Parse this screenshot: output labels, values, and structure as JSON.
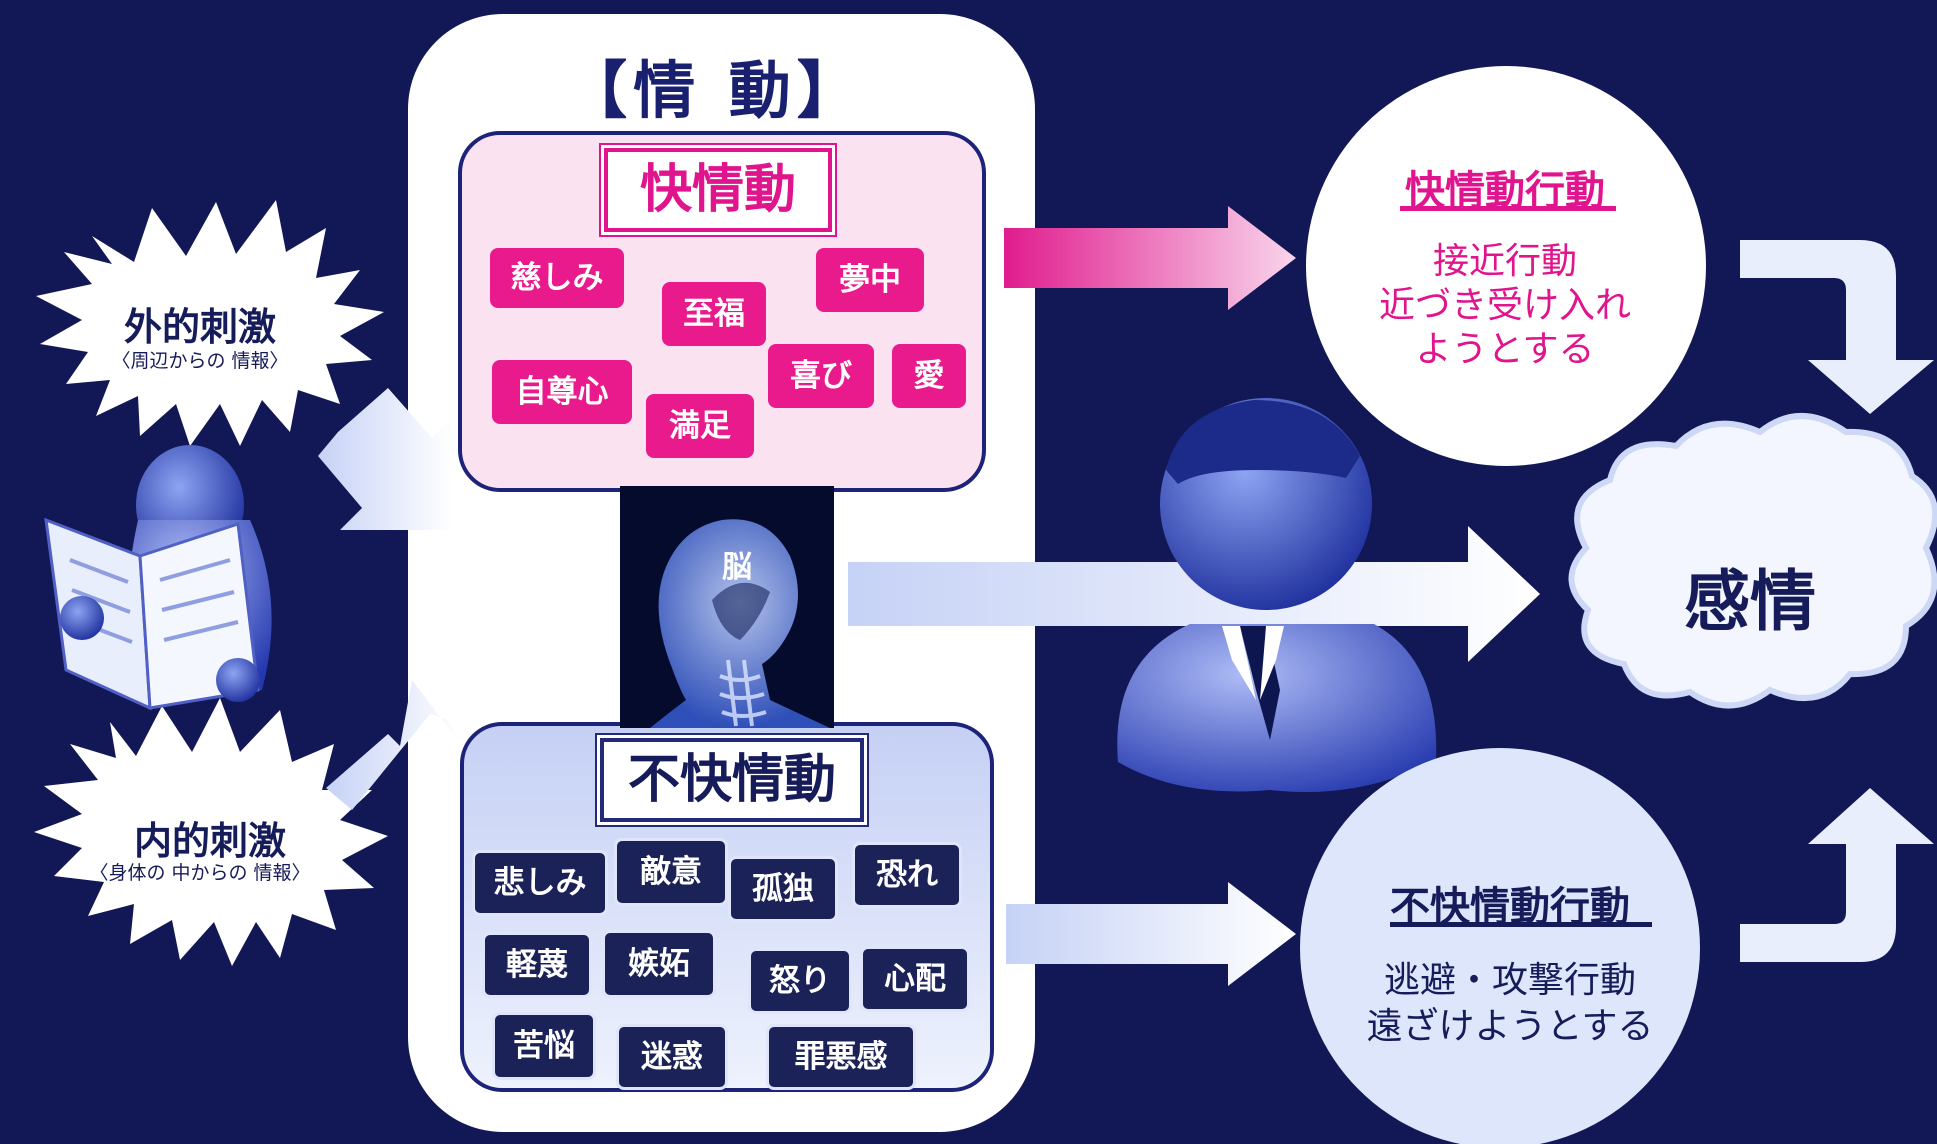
{
  "emotion_box": {
    "title": "【情 動】",
    "pleasant": {
      "title": "快情動",
      "items": [
        "慈しみ",
        "至福",
        "夢中",
        "自尊心",
        "満足",
        "喜び",
        "愛"
      ]
    },
    "unpleasant": {
      "title": "不快情動",
      "items": [
        "悲しみ",
        "敵意",
        "孤独",
        "恐れ",
        "軽蔑",
        "嫉妬",
        "怒り",
        "心配",
        "苦悩",
        "迷惑",
        "罪悪感"
      ]
    },
    "brain_label": "脳"
  },
  "stimuli": {
    "external": {
      "title": "外的刺激",
      "subtitle": "〈周辺からの 情報〉"
    },
    "internal": {
      "title": "内的刺激",
      "subtitle": "〈身体の 中からの 情報〉"
    }
  },
  "behaviors": {
    "pleasant": {
      "title": "快情動行動",
      "body": "接近行動\n近づき受け入れ\nようとする"
    },
    "unpleasant": {
      "title": "不快情動行動",
      "body": "逃避・攻撃行動\n遠ざけようとする"
    }
  },
  "result": {
    "label": "感情"
  },
  "colors": {
    "background": "#121855",
    "pleasant_accent": "#e0148c",
    "unpleasant_dark": "#1b2258",
    "panel_light": "#dde6fb"
  }
}
